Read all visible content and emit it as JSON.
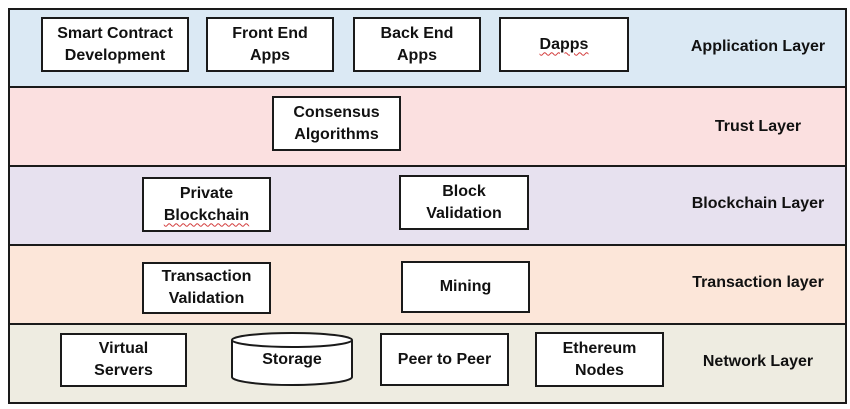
{
  "colors": {
    "application_bg": "#dbe9f4",
    "trust_bg": "#fbe0e0",
    "blockchain_bg": "#e7e1ef",
    "transaction_bg": "#fce6d9",
    "network_bg": "#eeece1",
    "border": "#1a1a1a"
  },
  "layers": {
    "application": {
      "label": "Application Layer",
      "boxes": [
        {
          "line1": "Smart Contract",
          "line2": "Development"
        },
        {
          "line1": "Front End",
          "line2": "Apps"
        },
        {
          "line1": "Back End",
          "line2": "Apps"
        },
        {
          "line1": "Dapps"
        }
      ]
    },
    "trust": {
      "label": "Trust Layer",
      "boxes": [
        {
          "line1": "Consensus",
          "line2": "Algorithms"
        }
      ]
    },
    "blockchain": {
      "label": "Blockchain Layer",
      "boxes": [
        {
          "line1": "Private",
          "line2": "Blockchain"
        },
        {
          "line1": "Block",
          "line2": "Validation"
        }
      ]
    },
    "transaction": {
      "label": "Transaction layer",
      "boxes": [
        {
          "line1": "Transaction",
          "line2": "Validation"
        },
        {
          "line1": "Mining"
        }
      ]
    },
    "network": {
      "label": "Network Layer",
      "boxes": [
        {
          "line1": "Virtual",
          "line2": "Servers"
        },
        {
          "line1": "Storage",
          "icon": "database-cylinder-icon"
        },
        {
          "line1": "Peer to Peer"
        },
        {
          "line1": "Ethereum",
          "line2": "Nodes"
        }
      ]
    }
  }
}
